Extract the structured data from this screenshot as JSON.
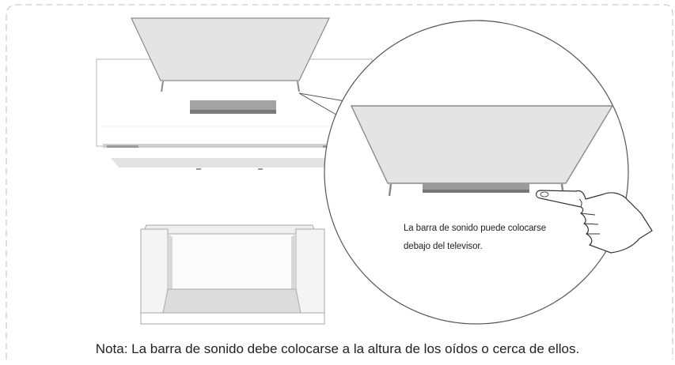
{
  "callout": {
    "line1": "La barra de sonido puede colocarse",
    "line2": "debajo del televisor."
  },
  "note": "Nota: La barra de sonido debe colocarse a la altura de los oídos o cerca de ellos.",
  "colors": {
    "border_dash": "#bfbfbf",
    "screen_fill": "#e4e4e4",
    "frame": "#8a8a8a",
    "soundbar": "#8d8d8d",
    "cabinet_shadow": "#d0d0d0",
    "couch_fill": "#f4f4f4"
  }
}
